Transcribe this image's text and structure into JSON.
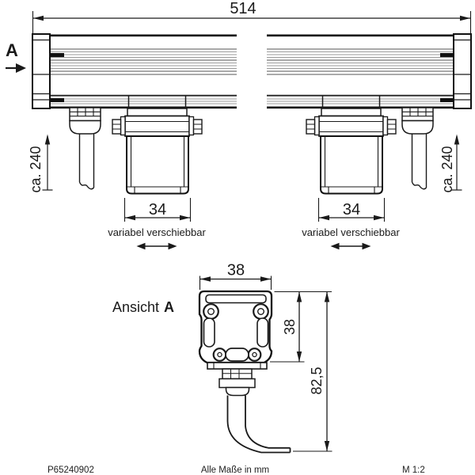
{
  "meta": {
    "background": "#ffffff",
    "line_color": "#1a1a1a",
    "drawing_type": "technical dimension drawing of linear luminaire with mounting brackets"
  },
  "labels": {
    "view_arrow": "A",
    "overall_length": "514",
    "cable_left": "ca. 240",
    "cable_right": "ca. 240",
    "bracket_left_width": "34",
    "bracket_right_width": "34",
    "note_left": "variabel verschiebbar",
    "note_right": "variabel verschiebbar"
  },
  "detail": {
    "label_prefix": "Ansicht",
    "label_view": "A",
    "width": "38",
    "depth": "38",
    "height": "82,5"
  },
  "footer": {
    "part_number": "P65240902",
    "units": "Alle Maße in mm",
    "scale": "M 1:2"
  }
}
